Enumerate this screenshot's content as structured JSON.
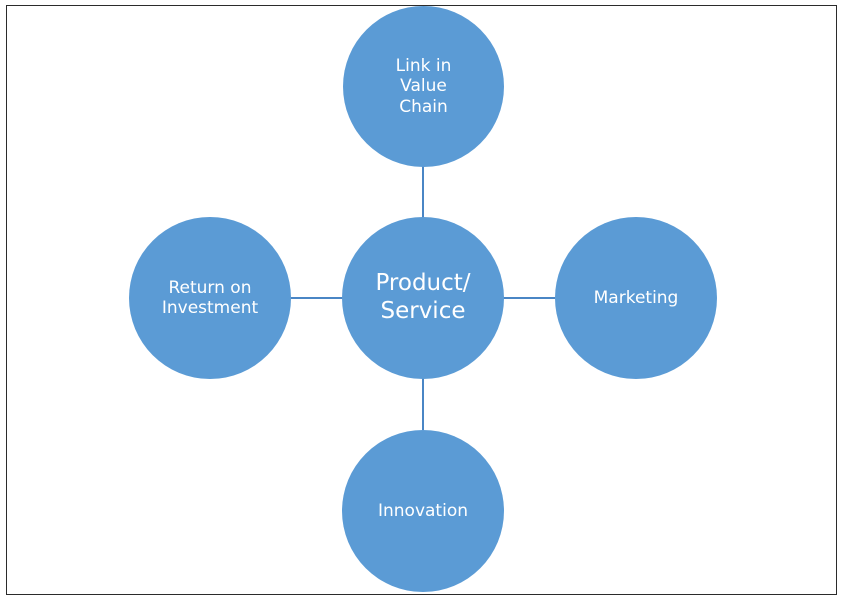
{
  "diagram": {
    "center": {
      "label": "Product/\nService"
    },
    "top": {
      "label": "Link in\nValue\nChain"
    },
    "left": {
      "label": "Return on\nInvestment"
    },
    "right": {
      "label": "Marketing"
    },
    "bottom": {
      "label": "Innovation"
    }
  },
  "colors": {
    "node_fill": "#5b9bd5",
    "connector": "#4a86c5",
    "text": "#ffffff",
    "border": "#2b2b2b"
  }
}
